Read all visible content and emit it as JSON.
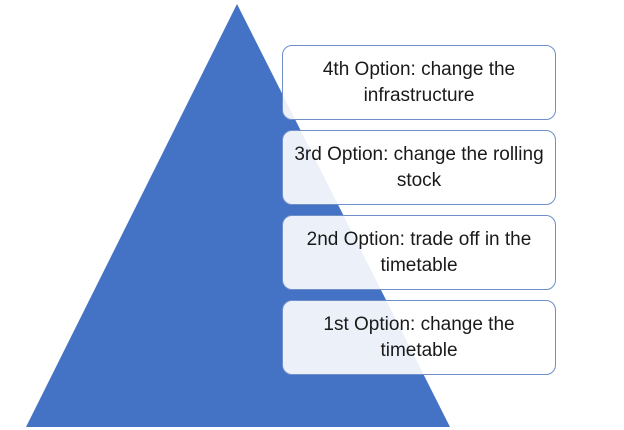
{
  "colors": {
    "pyramid_fill": "#4472c4",
    "box_border": "#6f8fc9",
    "box_fill": "#ffffff",
    "text": "#1a1a1a"
  },
  "options": [
    {
      "label": "4th Option: change the infrastructure"
    },
    {
      "label": "3rd Option: change the rolling stock"
    },
    {
      "label": "2nd Option: trade off in the timetable"
    },
    {
      "label": "1st Option: change the timetable"
    }
  ]
}
